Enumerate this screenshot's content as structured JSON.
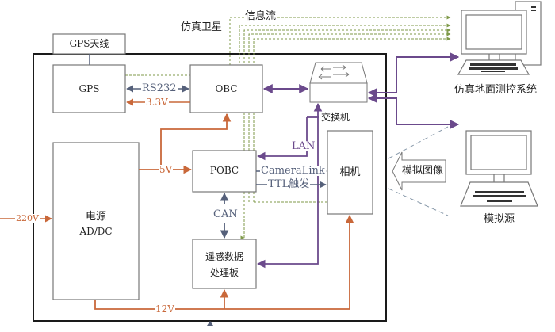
{
  "title_labels": {
    "satellite": "仿真卫星",
    "info_flow": "信息流"
  },
  "blocks": {
    "gps_antenna": "GPS天线",
    "gps": "GPS",
    "obc": "OBC",
    "power_line1": "电源",
    "power_line2": "AD/DC",
    "pobc": "POBC",
    "camera": "相机",
    "rs_board_line1": "遥感数据",
    "rs_board_line2": "处理板",
    "switch": "交换机"
  },
  "signals": {
    "rs232": "RS232",
    "v33": "3.3V",
    "v5": "5V",
    "v12": "12V",
    "v220": "220V",
    "can": "CAN",
    "lan": "LAN",
    "cameralink": "CameraLink",
    "ttl": "TTL触发"
  },
  "external": {
    "ground_system": "仿真地面测控系统",
    "sim_source": "模拟源",
    "sim_image": "模拟图像"
  },
  "colors": {
    "power": "#c9683a",
    "data_bus": "#55607a",
    "network": "#6b4a8c",
    "info_flow": "#7f9a4a",
    "frame": "#1a1a1a",
    "block_border": "#777777"
  }
}
